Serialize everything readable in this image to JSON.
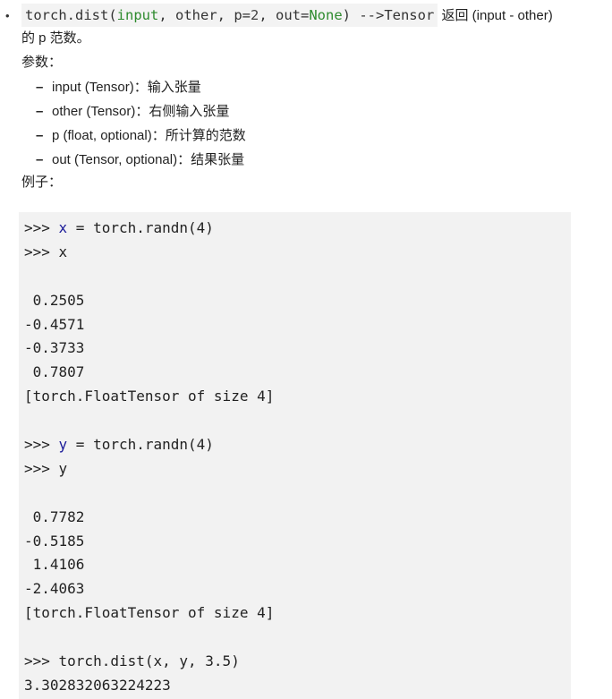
{
  "signature": {
    "bullet": "•",
    "func": "torch.dist(",
    "arg1": "input",
    "sep1": ", other, p=",
    "p_default": "2",
    "sep2": ", out=",
    "out_default": "None",
    "close": ") -->Tensor",
    "desc": " 返回 (input - other)"
  },
  "desc_continuation": "的 p 范数。",
  "params_label": "参数：",
  "params": [
    {
      "name": "input (Tensor)",
      "desc": "：输入张量"
    },
    {
      "name": "other (Tensor)",
      "desc": "：右侧输入张量"
    },
    {
      "name": "p (float, optional)",
      "desc": "：所计算的范数"
    },
    {
      "name": "out (Tensor, optional)",
      "desc": "：结果张量"
    }
  ],
  "example_label": "例子：",
  "code": {
    "l1_prompt": ">>> ",
    "l1_var": "x",
    "l1_rest": " = torch.randn(4)",
    "l2": ">>> x",
    "x_values": [
      " 0.2505",
      "-0.4571",
      "-0.3733",
      " 0.7807"
    ],
    "x_type": "[torch.FloatTensor of size 4]",
    "l3_prompt": ">>> ",
    "l3_var": "y",
    "l3_rest": " = torch.randn(4)",
    "l4": ">>> y",
    "y_values": [
      " 0.7782",
      "-0.5185",
      " 1.4106",
      "-2.4063"
    ],
    "y_type": "[torch.FloatTensor of size 4]",
    "l5": ">>> torch.dist(x, y, 3.5)",
    "result": "3.302832063224223"
  }
}
